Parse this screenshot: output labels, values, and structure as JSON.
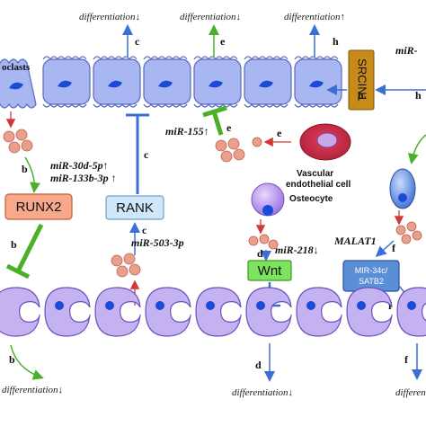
{
  "top": {
    "osteoclasts_label": "oclasts",
    "differentiation_c": "differentiation↓",
    "differentiation_e": "differentiation↓",
    "differentiation_h": "differentiation↑",
    "mir_topright": "miR-",
    "srcin1": "SRCIN1"
  },
  "labels": {
    "b": "b",
    "c": "c",
    "d": "d",
    "e": "e",
    "f": "f",
    "h": "h"
  },
  "mirs": {
    "mir30d": "miR-30d-5p↑",
    "mir133b": "miR-133b-3p ↑",
    "mir155": "miR-155↑",
    "mir503": "miR-503-3p",
    "mir218": "miR-218↓",
    "malat1": "MALAT1"
  },
  "boxes": {
    "runx2": "RUNX2",
    "rank": "RANK",
    "wnt": "Wnt",
    "mir34c_line1": "MIR-34c/",
    "mir34c_line2": "SATB2"
  },
  "cells": {
    "vascular_line1": "Vascular",
    "vascular_line2": "endothelial cell",
    "osteocyte": "Osteocyte"
  },
  "bottom": {
    "differentiation_b": "differentiation↓",
    "differentiation_d": "differentiation↓",
    "differentiation_f": "differentiation↓"
  },
  "colors": {
    "osteoclast": "#a8b6f2",
    "osteoblast": "#c4b3f0",
    "nucleus": "#1b4bd6",
    "vesicle": "#e8a08a",
    "runx2_box": "#f8a98b",
    "rank_box": "#cfe7f9",
    "wnt_box": "#7ee35f",
    "srcin1_box": "#c88b1a",
    "satb2_box": "#5a8fd8",
    "inhibit_green": "#4caf2a",
    "inhibit_blue": "#3c6ed8",
    "arrow_red": "#d23a3a",
    "arrow_green": "#4caf2a",
    "arrow_blue": "#3c6ed8"
  }
}
